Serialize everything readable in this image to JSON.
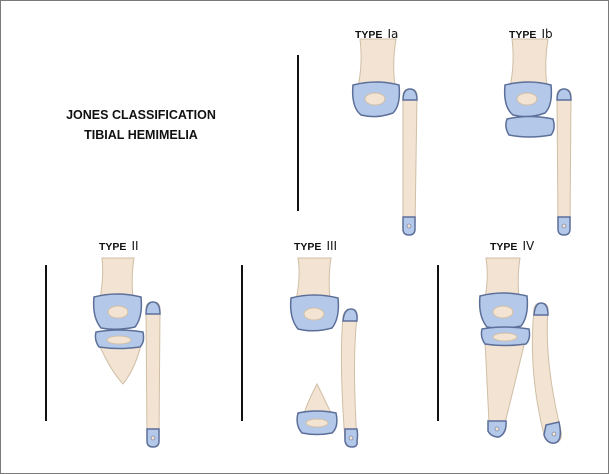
{
  "title": {
    "line1": "JONES CLASSIFICATION",
    "line2": "TIBIAL HEMIMELIA"
  },
  "panels": [
    {
      "type_word": "TYPE",
      "type_num": "Ia"
    },
    {
      "type_word": "TYPE",
      "type_num": "Ib"
    },
    {
      "type_word": "TYPE",
      "type_num": "II"
    },
    {
      "type_word": "TYPE",
      "type_num": "III"
    },
    {
      "type_word": "TYPE",
      "type_num": "IV"
    }
  ],
  "colors": {
    "bone": "#f2e3d2",
    "bone_outline": "#d0bfa6",
    "cartilage": "#b4c8ea",
    "cartilage_outline": "#5c6f99",
    "divider": "#111111",
    "frame": "#7a7a7a"
  }
}
